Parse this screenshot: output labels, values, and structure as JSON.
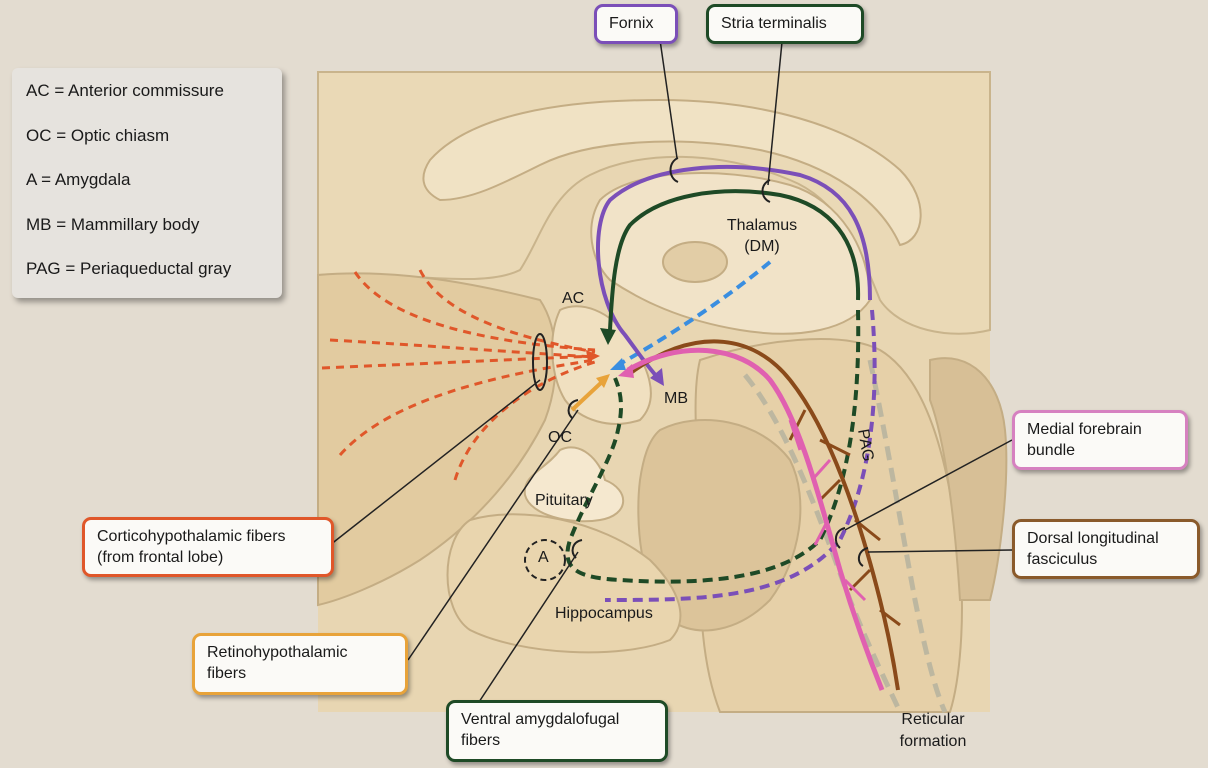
{
  "legend": {
    "items": [
      "AC = Anterior commissure",
      "OC = Optic chiasm",
      "A = Amygdala",
      "MB = Mammillary body",
      "PAG = Periaqueductal gray"
    ]
  },
  "callouts": {
    "fornix": {
      "text": "Fornix",
      "color": "#7b4fb8"
    },
    "stria_terminalis": {
      "text": "Stria terminalis",
      "color": "#1e4a26"
    },
    "medial_forebrain_bundle": {
      "lines": [
        "Medial forebrain",
        "bundle"
      ],
      "color": "#d681c0"
    },
    "dorsal_longitudinal_fasciculus": {
      "lines": [
        "Dorsal longitudinal",
        "fasciculus"
      ],
      "color": "#8a5a2b"
    },
    "corticohypothalamic": {
      "lines": [
        "Corticohypothalamic fibers",
        "(from frontal lobe)"
      ],
      "color": "#e0572a"
    },
    "retinohypothalamic": {
      "lines": [
        "Retinohypothalamic",
        "fibers"
      ],
      "color": "#e8a33a"
    },
    "ventral_amygdalofugal": {
      "lines": [
        "Ventral amygdalofugal",
        "fibers"
      ],
      "color": "#1e4a26"
    }
  },
  "structures": {
    "thalamus": [
      "Thalamus",
      "(DM)"
    ],
    "ac": "AC",
    "oc": "OC",
    "mb": "MB",
    "pituitary": "Pituitary",
    "amygdala": "A",
    "hippocampus": "Hippocampus",
    "pag": "PAG",
    "reticular_formation": [
      "Reticular",
      "formation"
    ]
  },
  "colors": {
    "fornix": "#7b4fb8",
    "stria_terminalis": "#1e4a26",
    "medial_forebrain_bundle": "#e060b0",
    "dorsal_longitudinal_fasciculus": "#8a4a1a",
    "corticohypothalamic": "#e0572a",
    "retinohypothalamic": "#e8a33a",
    "thalamic_projection": "#3a8ee0",
    "reticular_formation": "#bdb7a0",
    "brain_tissue": "#e4cfa8",
    "background": "#e3dcd0"
  }
}
